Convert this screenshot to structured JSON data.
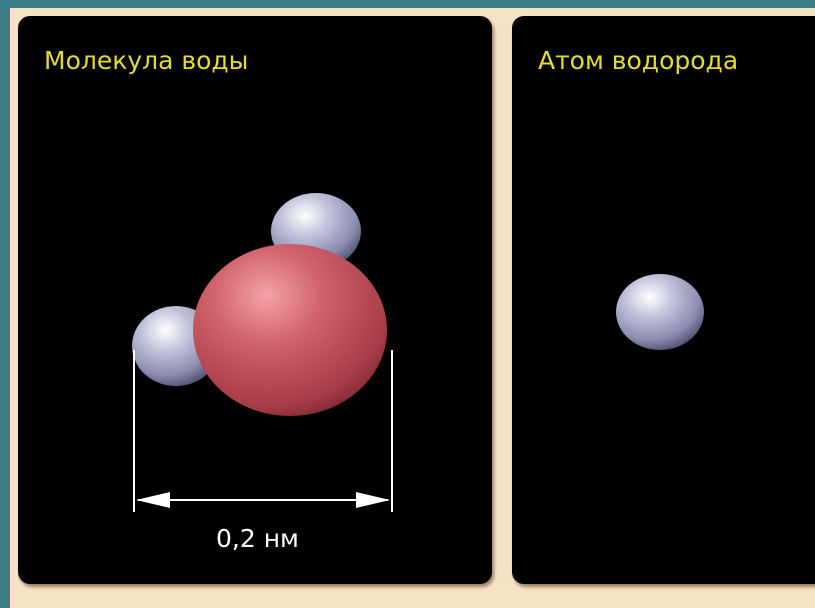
{
  "water_panel": {
    "title": "Молекула воды",
    "dimension_label": "0,2 нм"
  },
  "hydrogen_panel": {
    "title": "Атом водорода"
  },
  "colors": {
    "background": "#3c7d86",
    "frame": "#f6e2c4",
    "panel": "#000000",
    "title_text": "#e6dc2a",
    "oxygen_atom": "#c9525a",
    "hydrogen_atom": "#a7a8c6",
    "dimension_lines": "#ffffff"
  }
}
